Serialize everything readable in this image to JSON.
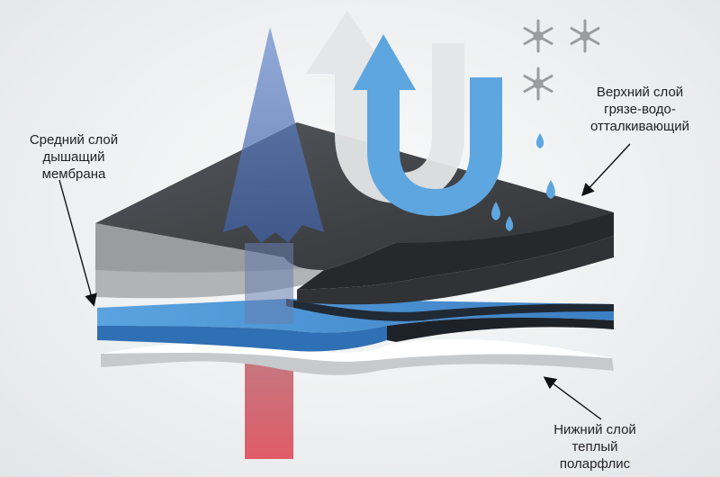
{
  "labels": {
    "middle_layer": [
      "Средний слой",
      "дышащий",
      "мембрана"
    ],
    "top_layer": [
      "Верхний слой",
      "грязе-водо-",
      "отталкивающий"
    ],
    "bottom_layer": [
      "Нижний слой",
      "теплый",
      "поларфлис"
    ]
  },
  "icons": [
    "snowflake-icon",
    "snowflake-icon",
    "snowflake-icon",
    "water-drop-icon",
    "vapor-arrow-icon",
    "water-repel-u-arrow-icon",
    "heat-column-icon"
  ],
  "colors": {
    "top_layer": "#3b3d40",
    "top_layer_edge": "#9a9c9f",
    "membrane": "#4a8fd0",
    "membrane_dark": "#2f6fb3",
    "fleece": "#ffffff",
    "fleece_edge": "#c7c9cb",
    "vapor_arrow": "#4f6fae",
    "water_arrow": "#5ea6df",
    "heat_column": "#d85a66",
    "white_arrow": "#e3e5e6"
  }
}
